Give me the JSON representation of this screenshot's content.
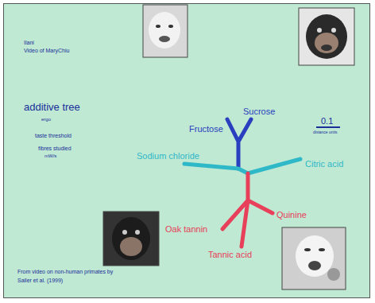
{
  "diagram": {
    "labels": [
      "Ilani",
      "Video of MaryChiu",
      "additive tree",
      "ergo",
      "taste threshold",
      "fibres studied",
      "mW/s",
      "Fructose",
      "Sucrose",
      "0.1",
      "distance units",
      "Sodium chloride",
      "Citric acid",
      "Oak tannin",
      "Quinine",
      "Tannic acid",
      "From video on non-human primates by",
      "Sailer et al. (1999)"
    ]
  }
}
